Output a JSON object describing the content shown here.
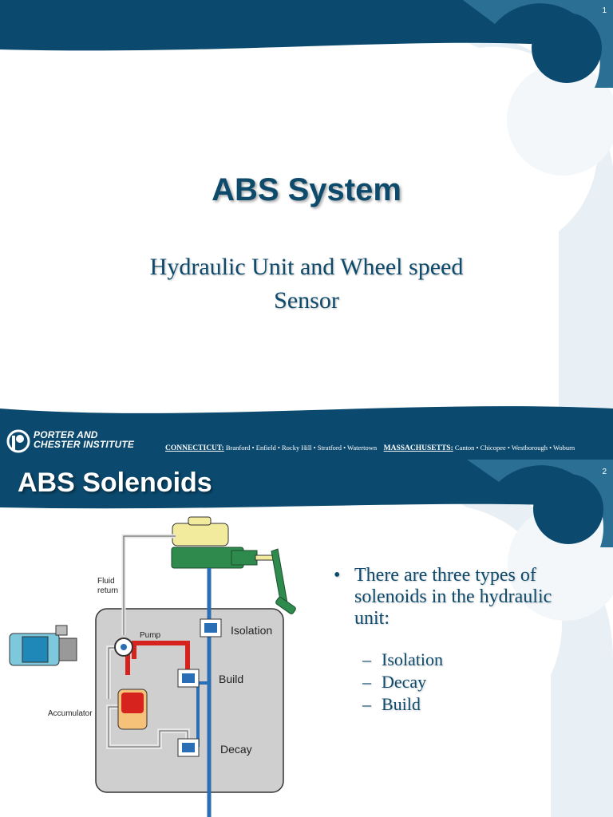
{
  "slide1": {
    "number": "1",
    "title": "ABS System",
    "subtitle_line1": "Hydraulic Unit and Wheel speed",
    "subtitle_line2": "Sensor"
  },
  "footer": {
    "brand_line1": "PORTER AND",
    "brand_line2": "CHESTER INSTITUTE",
    "ct_label": "CONNECTICUT:",
    "ct_towns": "Branford • Enfield • Rocky Hill • Stratford • Watertown",
    "ma_label": "MASSACHUSETTS:",
    "ma_towns": "Canton • Chicopee • Westborough • Woburn"
  },
  "slide2": {
    "number": "2",
    "title": "ABS Solenoids",
    "bullet": {
      "line1": "There are three types of",
      "line2": "solenoids in the hydraulic",
      "line3": "unit:"
    },
    "sub_items": [
      "Isolation",
      "Decay",
      "Build"
    ],
    "diagram": {
      "fluid_return_line1": "Fluid",
      "fluid_return_line2": "return",
      "pump": "Pump",
      "accumulator": "Accumulator",
      "isolation": "Isolation",
      "build": "Build",
      "decay": "Decay"
    }
  },
  "colors": {
    "navy": "#0d4a6b",
    "header_blue": "#0b4a6e",
    "watermark": "#e9f0f5",
    "brake_line_blue": "#2a6fb5",
    "pressure_red": "#d6231e",
    "reservoir_yellow": "#f2ea9c",
    "master_cylinder_green": "#2f8a4e",
    "unit_gray": "#cfcfcf"
  }
}
